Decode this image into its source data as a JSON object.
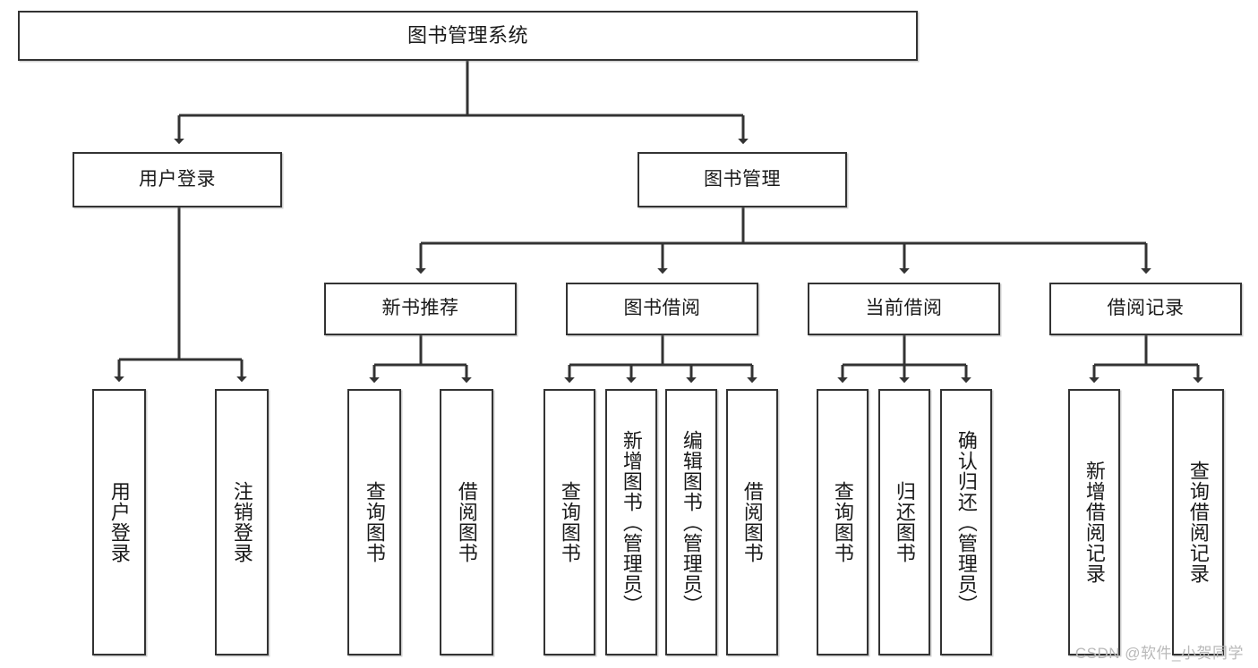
{
  "diagram": {
    "title": "图书管理系统",
    "watermark": "CSDN @软件_小贺同学",
    "line_color": "#333333",
    "box_fill": "#ffffff",
    "text_color": "#1a1a1a",
    "nodes": {
      "root": {
        "label": "图书管理系统"
      },
      "level1": [
        {
          "label": "用户登录"
        },
        {
          "label": "图书管理"
        }
      ],
      "level2": [
        {
          "label": "新书推荐"
        },
        {
          "label": "图书借阅"
        },
        {
          "label": "当前借阅"
        },
        {
          "label": "借阅记录"
        }
      ],
      "leaves": {
        "user_login": [
          {
            "label": "用户登录"
          },
          {
            "label": "注销登录"
          }
        ],
        "new_book_rec": [
          {
            "label": "查询图书"
          },
          {
            "label": "借阅图书"
          }
        ],
        "book_borrow": [
          {
            "label": "查询图书"
          },
          {
            "label": "新增图书（管理员）"
          },
          {
            "label": "编辑图书（管理员）"
          },
          {
            "label": "借阅图书"
          }
        ],
        "current_borrow": [
          {
            "label": "查询图书"
          },
          {
            "label": "归还图书"
          },
          {
            "label": "确认归还（管理员）"
          }
        ],
        "borrow_record": [
          {
            "label": "新增借阅记录"
          },
          {
            "label": "查询借阅记录"
          }
        ]
      }
    }
  }
}
